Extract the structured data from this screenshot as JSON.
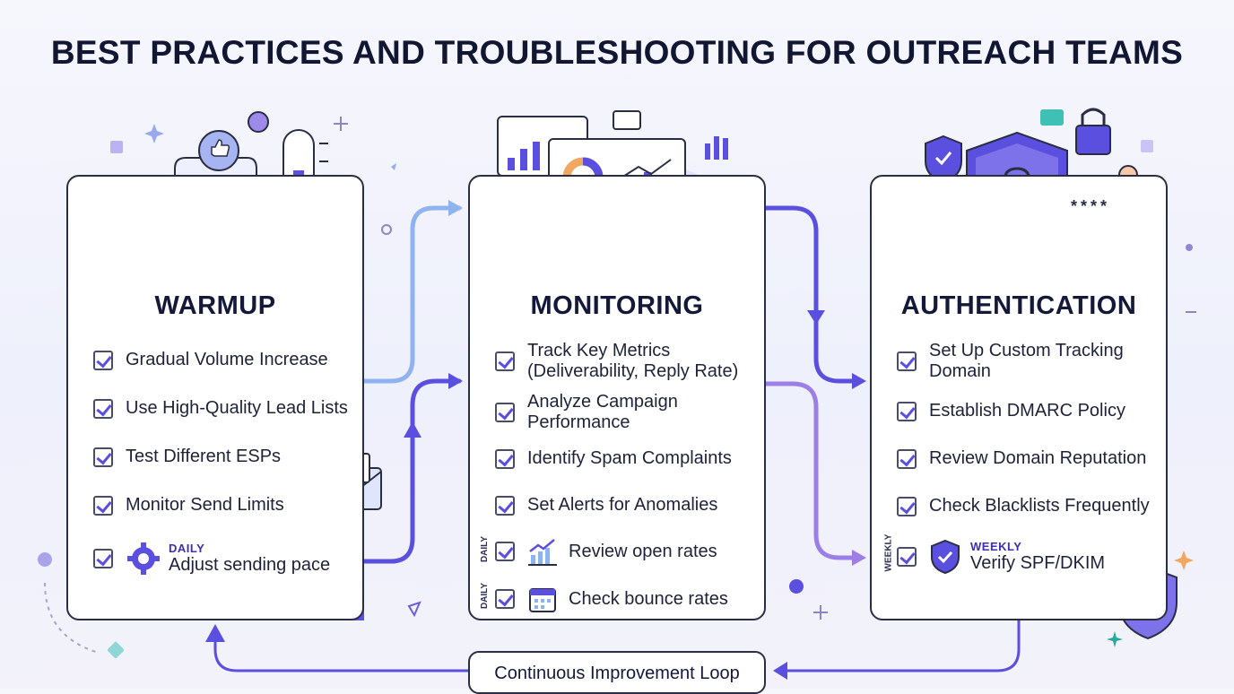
{
  "title": "BEST PRACTICES AND TROUBLESHOOTING FOR OUTREACH TEAMS",
  "warmup": {
    "heading": "WARMUP",
    "items": [
      "Gradual Volume Increase",
      "Use High-Quality Lead Lists",
      "Test Different ESPs",
      "Monitor Send Limits"
    ],
    "daily_tag": "DAILY",
    "daily_item": "Adjust sending pace"
  },
  "monitoring": {
    "heading": "MONITORING",
    "items": [
      {
        "line1": "Track Key Metrics",
        "line2": "(Deliverability, Reply Rate)"
      },
      {
        "line1": "Analyze Campaign",
        "line2": "Performance"
      },
      {
        "line1": "Identify Spam Complaints",
        "line2": ""
      },
      {
        "line1": "Set Alerts for Anomalies",
        "line2": ""
      }
    ],
    "daily_label": "DAILY",
    "daily_items": [
      "Review open rates",
      "Check bounce rates"
    ]
  },
  "authentication": {
    "heading": "AUTHENTICATION",
    "items": [
      {
        "line1": "Set Up Custom Tracking",
        "line2": "Domain"
      },
      {
        "line1": "Establish DMARC Policy",
        "line2": ""
      },
      {
        "line1": "Review Domain Reputation",
        "line2": ""
      },
      {
        "line1": "Check Blacklists Frequently",
        "line2": ""
      }
    ],
    "weekly_label": "WEEKLY",
    "weekly_tag": "WEEKLY",
    "weekly_item": "Verify SPF/DKIM",
    "password_mask": "****"
  },
  "loop_label": "Continuous Improvement Loop",
  "colors": {
    "accent": "#5b4fe0",
    "arrow_light": "#8fb3f0",
    "arrow_purple": "#9b7fe6",
    "ink": "#1b1f3b"
  }
}
